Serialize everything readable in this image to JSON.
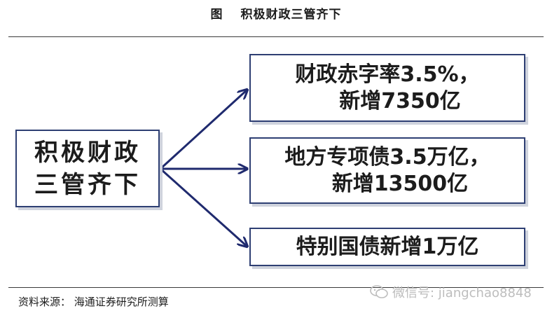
{
  "title": "图 　积极财政三管齐下",
  "center_box": {
    "line1": "积极财政",
    "line2": "三管齐下"
  },
  "boxes": [
    {
      "line1": "财政赤字率3.5%，",
      "line2": "新增7350亿"
    },
    {
      "line1": "地方专项债3.5万亿，",
      "line2": "新增13500亿"
    },
    {
      "line1": "特别国债新增1万亿"
    }
  ],
  "source": "资料来源：  海通证券研究所测算",
  "watermark": "微信号: jiangchao8848",
  "colors": {
    "arrow": "#1f2a6e",
    "box_border": "#2e3f73",
    "shadow": "#cfd3dd"
  }
}
